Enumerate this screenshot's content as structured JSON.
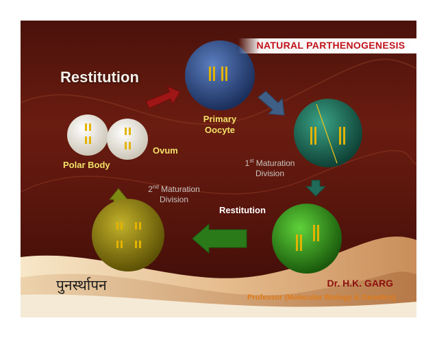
{
  "banner": {
    "title": "NATURAL PARTHENOGENESIS"
  },
  "heading": "Restitution",
  "labels": {
    "primary_oocyte": [
      "Primary",
      "Oocyte"
    ],
    "first_maturation": {
      "ordinal": "1",
      "suffix": "st",
      "line1": " Maturation",
      "line2": "Division"
    },
    "second_maturation": {
      "ordinal": "2",
      "suffix": "nd",
      "line1": " Maturation",
      "line2": "Division"
    },
    "restitution": "Restitution",
    "ovum": "Ovum",
    "polar_body": "Polar Body"
  },
  "footer": {
    "hindi": "पुनर्स्थापन",
    "author": "Dr. H.K. GARG",
    "affiliation": "Professor (Molecular Biology & Genetics)"
  },
  "colors": {
    "primary_cell": "#2c4a86",
    "first_division_cell": "#1f6a58",
    "restitution_cell": "#2f8a1a",
    "final_cell": "#8a7a0a",
    "polar_cells": "#f2efe6",
    "chromosome": "#e3b300",
    "arrow_red": "#9e1616",
    "arrow_blue": "#3f5f86",
    "arrow_green": "#2a7a19",
    "arrow_olive": "#7e8a12",
    "banner_text": "#c1121a"
  }
}
